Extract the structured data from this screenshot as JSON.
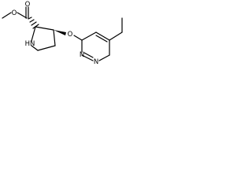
{
  "molecule": {
    "atoms": {
      "ester_o_single": "O",
      "ester_o_double": "O",
      "ring_nh": "HN",
      "ether_o": "O",
      "pyrimidine_n_top": "N",
      "pyrimidine_n_bottom": "N"
    }
  }
}
